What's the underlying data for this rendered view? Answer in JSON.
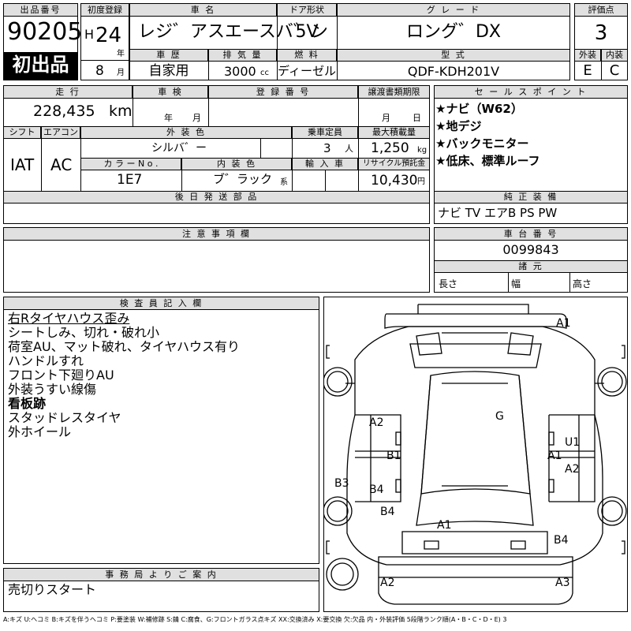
{
  "header": {
    "lot_label": "出品番号",
    "lot_number": "90205",
    "first_listing": "初出品",
    "first_reg_label": "初度登録",
    "era": "H",
    "year": "24",
    "year_unit": "年",
    "month": "8",
    "month_unit": "月",
    "car_name_label": "車 名",
    "car_name": "レジ゛アスエースバ゛ン",
    "history_label": "車 歴",
    "history": "自家用",
    "displacement_label": "排 気 量",
    "displacement": "3000",
    "displacement_unit": "cc",
    "doors_label": "ドア形状",
    "doors": "5V",
    "fuel_label": "燃 料",
    "fuel": "ディーゼル",
    "grade_label": "グ レ ー ド",
    "grade": "ロング゛DX",
    "model_label": "型 式",
    "model": "QDF-KDH201V",
    "score_label": "評価点",
    "score": "3",
    "exterior_label": "外装",
    "exterior": "E",
    "interior_label": "内装",
    "interior": "C"
  },
  "details": {
    "mileage_label": "走 行",
    "mileage": "228,435",
    "mileage_unit": "km",
    "inspection_label": "車 検",
    "inspection_year_unit": "年",
    "inspection_month_unit": "月",
    "registration_label": "登 録 番 号",
    "transfer_label": "譲渡書類期限",
    "transfer_month_unit": "月",
    "transfer_day_unit": "日",
    "shift_label": "シフト",
    "shift": "IAT",
    "ac_label": "エアコン",
    "ac": "AC",
    "color_label": "外 装 色",
    "color": "シルバ゛ー",
    "capacity_label": "乗車定員",
    "capacity": "3",
    "capacity_unit": "人",
    "load_label": "最大積載量",
    "load": "1,250",
    "load_unit": "kg",
    "color_no_label": "カ ラ ー  N o .",
    "color_no": "1E7",
    "interior_color_label": "内 装 色",
    "interior_color": "ブ゛ラック",
    "interior_color_unit": "系",
    "import_label": "輸 入 車",
    "recycle_label": "リサイクル預託金",
    "recycle": "10,430",
    "recycle_unit": "円",
    "later_parts_label": "後 日 発 送 部 品"
  },
  "sales_points": {
    "label": "セ ー ル ス ポ イ ン ト",
    "items": [
      "★ナビ（W62）",
      "★地デジ",
      "★バックモニター",
      "★低床、標準ルーフ"
    ]
  },
  "equipment": {
    "label": "純 正 装 備",
    "value": "ナビ TV エアB PS PW"
  },
  "notes": {
    "label": "注 意 事 項 欄"
  },
  "chassis": {
    "label": "車 台 番 号",
    "value": "0099843",
    "dims_label": "諸 元",
    "length_label": "長さ",
    "width_label": "幅",
    "height_label": "高さ"
  },
  "inspector": {
    "label": "検 査 員 記 入 欄",
    "lines": [
      "右Rタイヤハウス歪み",
      "シートしみ、切れ・破れ小",
      "荷室AU、マット破れ、タイヤハウス有り",
      "ハンドルすれ",
      "フロント下廻りAU",
      "外装うすい線傷",
      "看板跡",
      "スタッドレスタイヤ",
      "外ホイール"
    ]
  },
  "office": {
    "label": "事 務 局 よ り ご 案 内",
    "note": "売切りスタート"
  },
  "diagram_marks": {
    "A1_top": "A1",
    "G": "G",
    "A2_left": "A2",
    "B1": "B1",
    "A1_right": "A1",
    "U1": "U1",
    "A2_right": "A2",
    "B3": "B3",
    "B4_left": "B4",
    "B4_lower": "B4",
    "A1_bottom": "A1",
    "B4_right": "B4",
    "A2_bottom": "A2",
    "A3": "A3"
  },
  "legend": "A:キズ U:ヘコミ B:キズを伴うヘコミ P:要塗装 W:補修跡 S:錆 C:腐食、G:フロントガラス点キズ XX:交換済み X:要交換 欠:欠品 内・外装評価 5段階ランク順(A・B・C・D・E) 3"
}
